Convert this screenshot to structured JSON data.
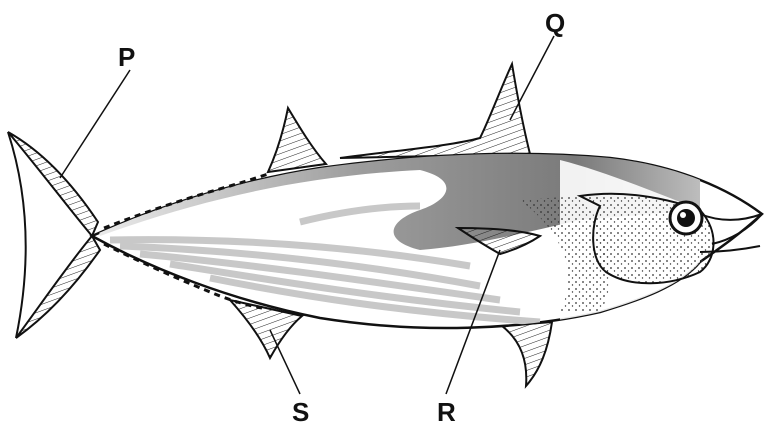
{
  "labels": {
    "p": "P",
    "q": "Q",
    "r": "R",
    "s": "S"
  },
  "colors": {
    "outline": "#111111",
    "stripe_light": "#c8c8c8",
    "back_shade": "#8a8a8a",
    "head_shade": "#b9b9b9",
    "fin_line": "#222222",
    "background": "#ffffff"
  },
  "icons": {
    "eye": "eye-icon"
  }
}
